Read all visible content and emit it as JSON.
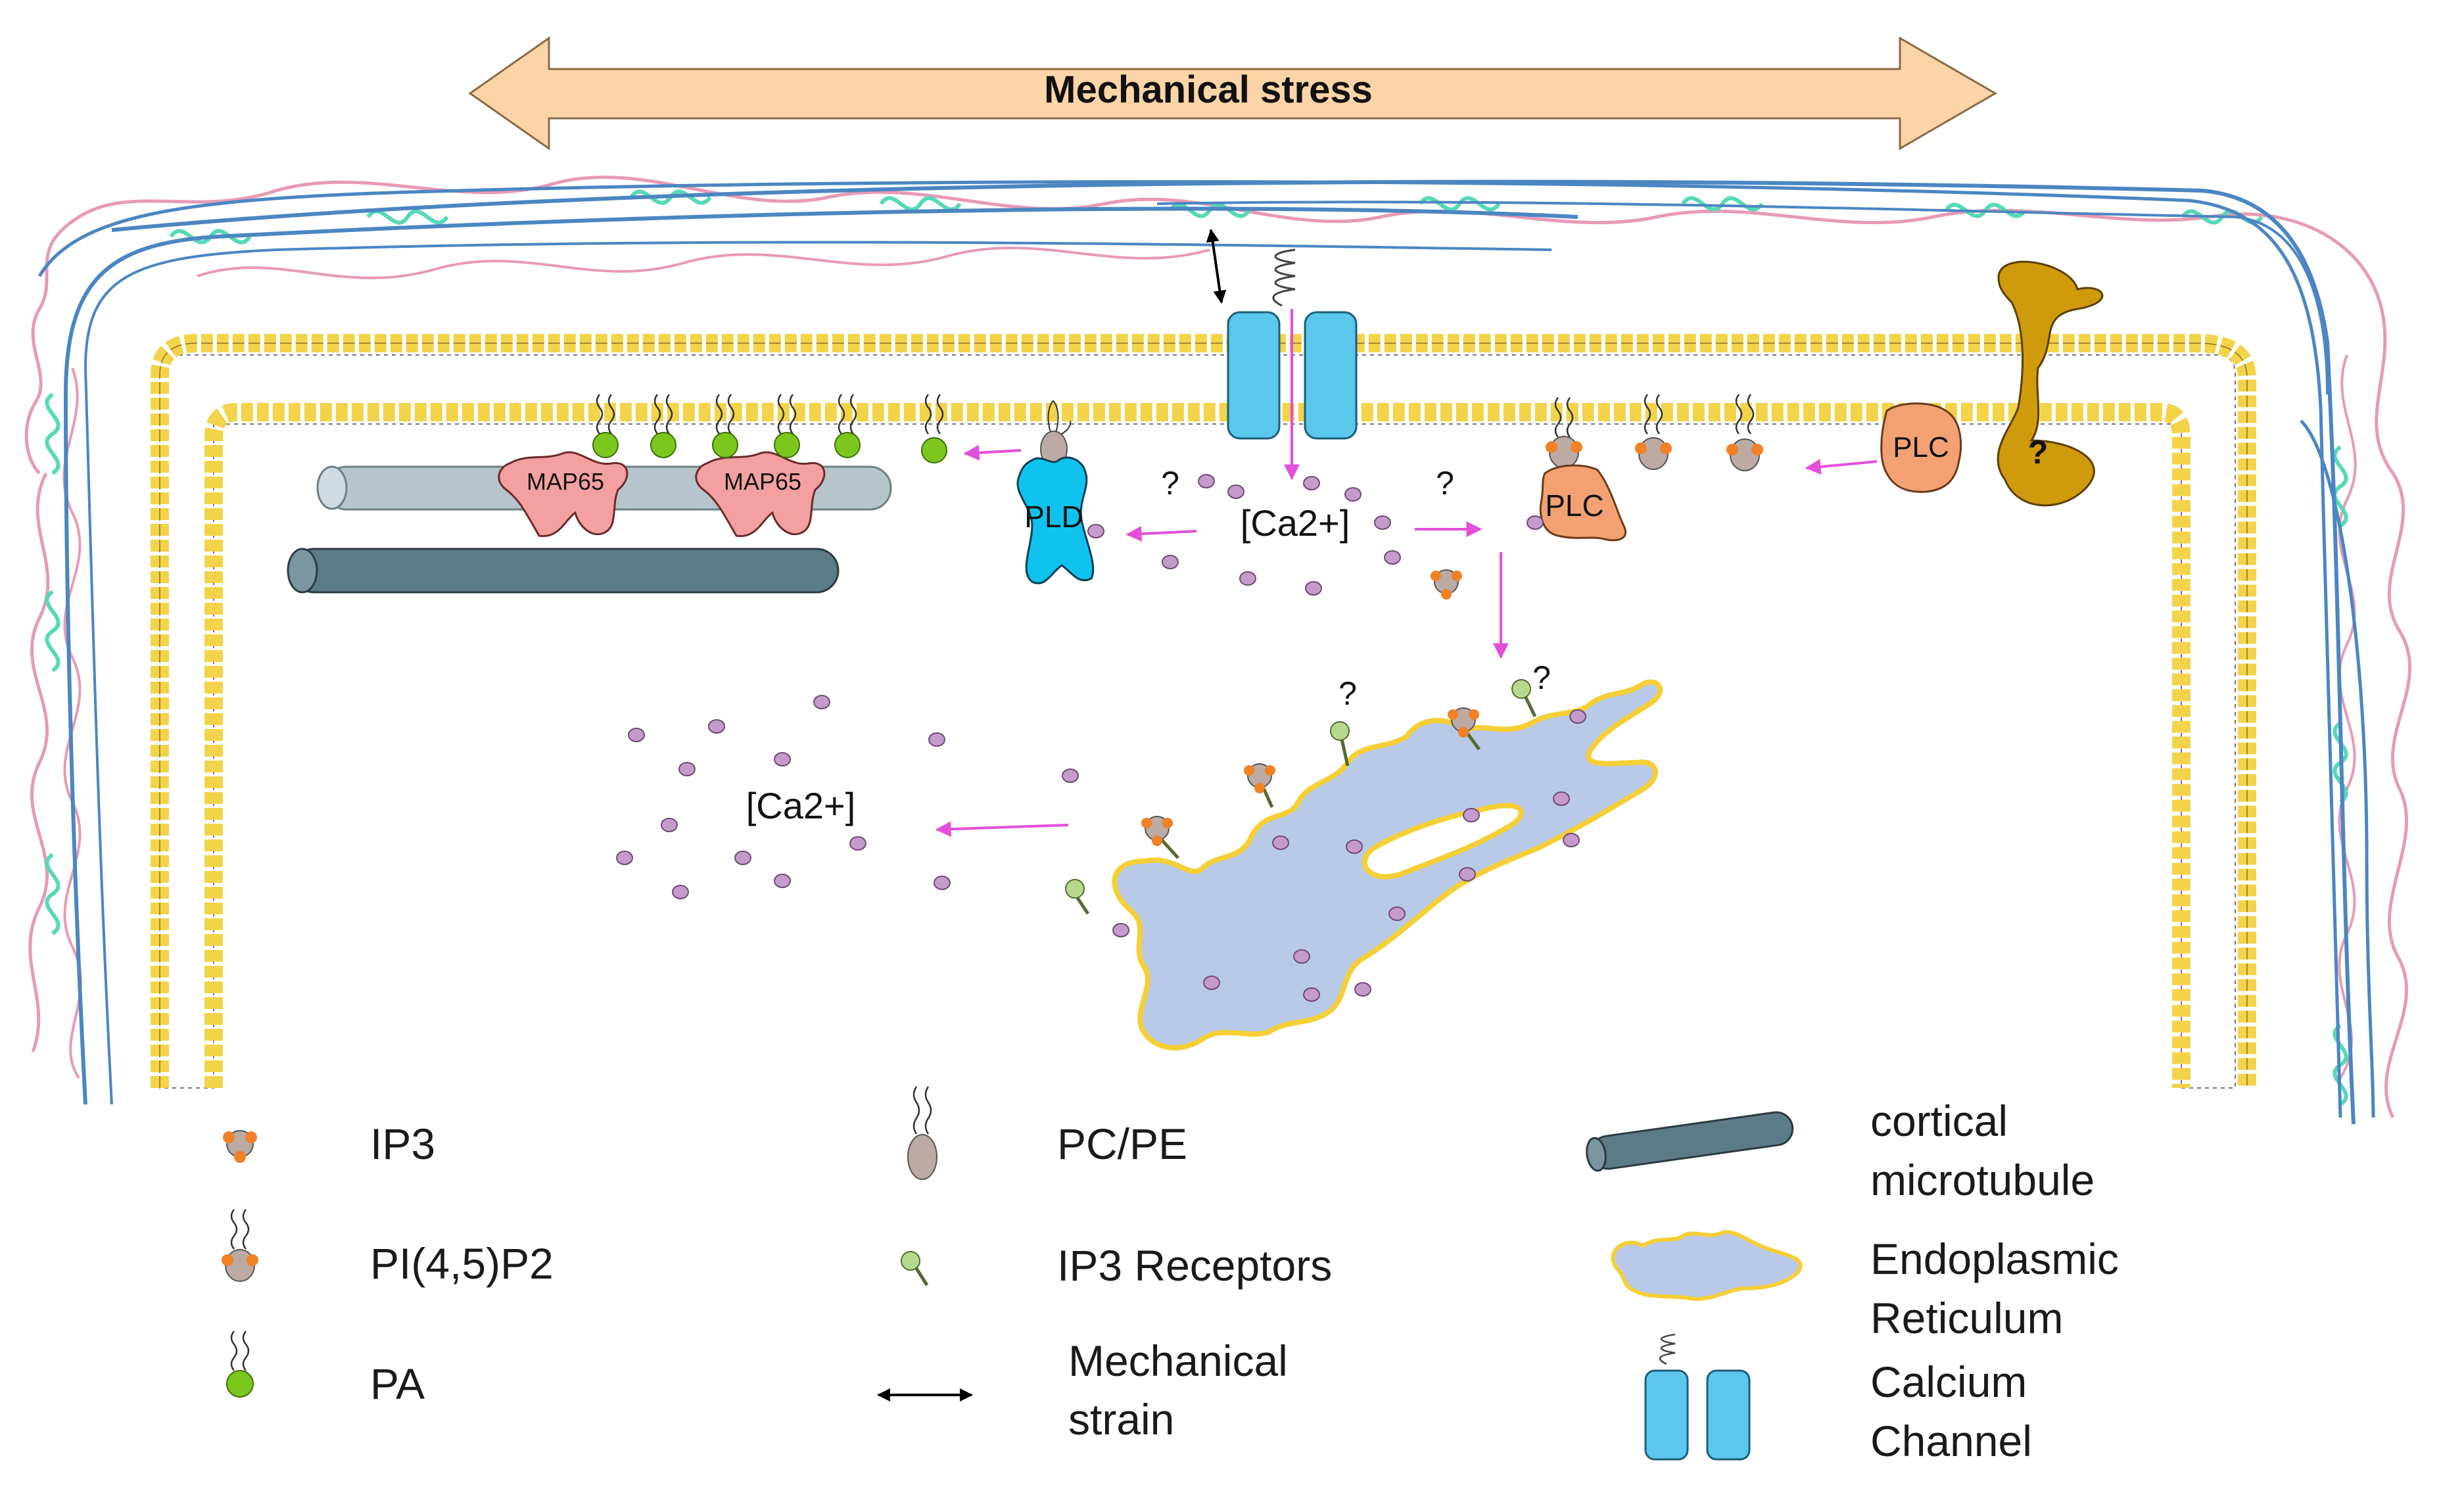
{
  "title": "Mechanical stress",
  "labels": {
    "calcium_cytosol": "[Ca2+]",
    "calcium_released": "[Ca2+]",
    "map65_a": "MAP65",
    "map65_b": "MAP65",
    "pld": "PLD",
    "plc_inner": "PLC",
    "plc_membrane": "PLC",
    "unknown_receptor": "?",
    "unknown_to_pld": "?",
    "unknown_to_plc": "?",
    "unknown_er_1": "?",
    "unknown_er_2": "?"
  },
  "legend": {
    "ip3": "IP3",
    "pip2": "PI(4,5)P2",
    "pa": "PA",
    "pcpe": "PC/PE",
    "ip3_receptors": "IP3 Receptors",
    "mechanical_strain_1": "Mechanical",
    "mechanical_strain_2": "strain",
    "microtubule_1": "cortical",
    "microtubule_2": "microtubule",
    "er_1": "Endoplasmic",
    "er_2": "Reticulum",
    "channel_1": "Calcium",
    "channel_2": "Channel"
  },
  "colors": {
    "stress_arrow": "#fbd4a7",
    "lipid_head": "#f3d34a",
    "cellulose_blue": "#4b86c2",
    "cellulose_green": "#56d9b8",
    "pectin_pink": "#e79ab6",
    "channel": "#5bc7ec",
    "pld": "#10c3ee",
    "plc": "#f3a173",
    "map65": "#f4a0a0",
    "microtubule_dark": "#5b7b86",
    "microtubule_light": "#b6c5cc",
    "er_fill": "#b9c9e8",
    "er_border": "#f5cf36",
    "calcium_dot": "#c49bcb",
    "arrow_magenta": "#e34fda",
    "receptor_gold": "#cf9a0c",
    "pa_head": "#7cc71d",
    "pc_head": "#bcaaa4",
    "ip3_orange": "#f28025",
    "ip3_receptor_green": "#b7d98d"
  }
}
